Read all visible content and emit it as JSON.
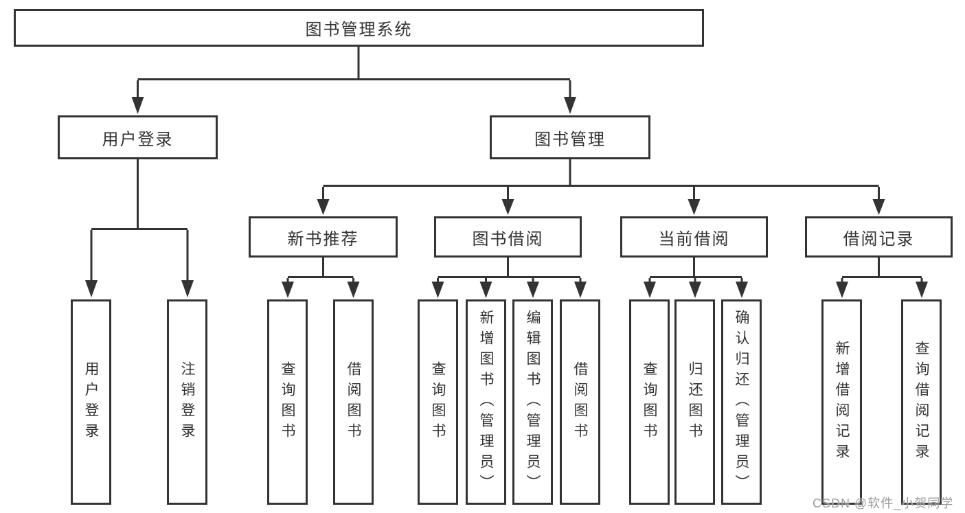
{
  "diagram_title": "图书管理系统",
  "tree": {
    "root": {
      "label": "图书管理系统"
    },
    "branches": [
      {
        "label": "用户登录",
        "children": [
          {
            "label": "用户登录"
          },
          {
            "label": "注销登录"
          }
        ]
      },
      {
        "label": "图书管理",
        "children": [
          {
            "label": "新书推荐",
            "children": [
              {
                "label": "查询图书"
              },
              {
                "label": "借阅图书"
              }
            ]
          },
          {
            "label": "图书借阅",
            "children": [
              {
                "label": "查询图书"
              },
              {
                "label": "新增图书（管理员）"
              },
              {
                "label": "编辑图书（管理员）"
              },
              {
                "label": "借阅图书"
              }
            ]
          },
          {
            "label": "当前借阅",
            "children": [
              {
                "label": "查询图书"
              },
              {
                "label": "归还图书"
              },
              {
                "label": "确认归还（管理员）"
              }
            ]
          },
          {
            "label": "借阅记录",
            "children": [
              {
                "label": "新增借阅记录"
              },
              {
                "label": "查询借阅记录"
              }
            ]
          }
        ]
      }
    ]
  },
  "watermark": "CSDN @软件_小贺同学",
  "colors": {
    "line": "#333333",
    "text": "#333333",
    "watermark": "#9b9b9b",
    "background": "#ffffff"
  }
}
